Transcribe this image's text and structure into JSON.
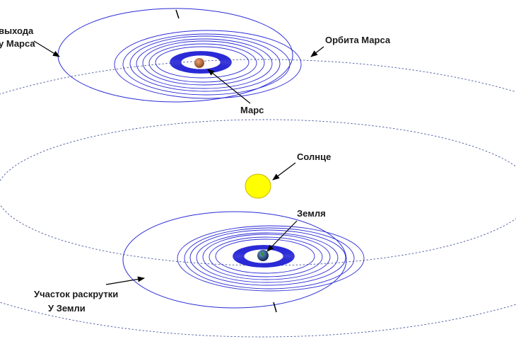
{
  "labels": {
    "mars_exit_1": "выхода",
    "mars_exit_2": "у Марса",
    "mars_orbit": "Орбита Марса",
    "mars": "Марс",
    "sun": "Солнце",
    "earth": "Земля",
    "earth_spiral_1": "Участок раскрутки",
    "earth_spiral_2": "У Земли"
  },
  "colors": {
    "trajectory": "#2b2bd6",
    "orbit_dashed": "#4a5aa0",
    "sun_fill": "#ffff00",
    "sun_stroke": "#c8b400",
    "mars_fill": "#b5652e",
    "earth_fill": "#1f3f7a",
    "arrow": "#000000"
  },
  "icons": {
    "sun": "sun-icon",
    "mars": "mars-planet-icon",
    "earth": "earth-planet-icon"
  }
}
